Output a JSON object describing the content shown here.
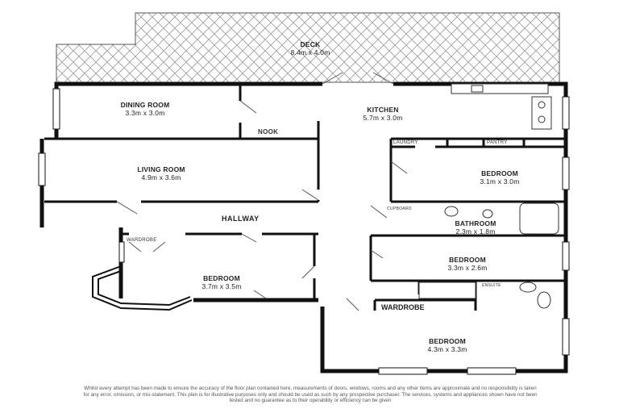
{
  "rooms": {
    "deck": {
      "name": "DECK",
      "dims": "8.4m x 4.0m"
    },
    "dining": {
      "name": "DINING ROOM",
      "dims": "3.3m x 3.0m"
    },
    "kitchen": {
      "name": "KITCHEN",
      "dims": "5.7m x 3.0m"
    },
    "living": {
      "name": "LIVING ROOM",
      "dims": "4.9m x 3.6m"
    },
    "bedroom1": {
      "name": "BEDROOM",
      "dims": "3.1m x 3.0m"
    },
    "bathroom": {
      "name": "BATHROOM",
      "dims": "2.3m x 1.8m"
    },
    "bedroom2": {
      "name": "BEDROOM",
      "dims": "3.3m x 2.6m"
    },
    "bedroom3": {
      "name": "BEDROOM",
      "dims": "3.7m x 3.5m"
    },
    "bedroom4": {
      "name": "BEDROOM",
      "dims": "4.3m x 3.3m"
    }
  },
  "labels": {
    "nook": "NOOK",
    "laundry": "LAUNDRY",
    "pantry": "PANTRY",
    "cupboard": "CUPBOARD",
    "hallway": "HALLWAY",
    "wardrobe_small": "WARDROBE",
    "wardrobe_large": "WARDROBE",
    "ensuite": "ENSUITE"
  },
  "disclaimer": "Whilst every attempt has been made to ensure the accuracy of the floor plan contained here, measurements of doors, windows, rooms and any other items are approximate and no responsibility is taken for any error, omission, or mis-statement. This plan is for illustrative purposes only and should be used as such by any prospective purchaser. The services, systems and appliances shown have not been tested and no guarantee as to their operability or efficiency can be given"
}
